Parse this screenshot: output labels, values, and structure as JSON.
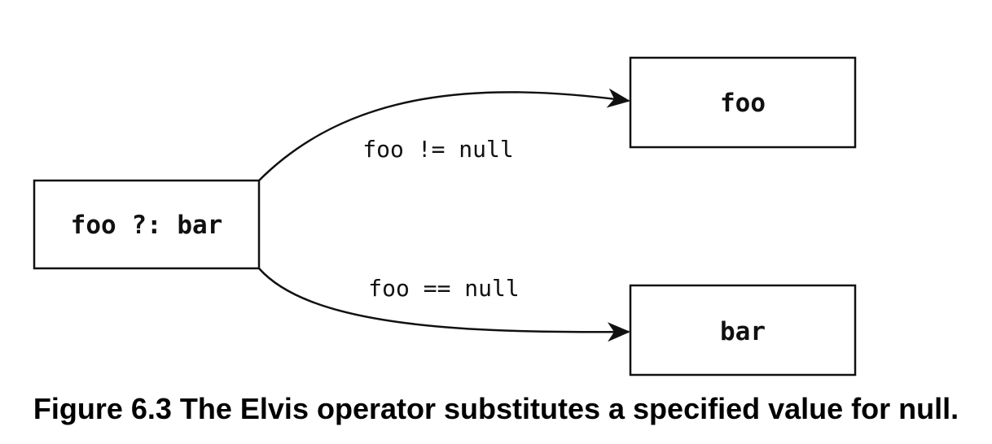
{
  "diagram": {
    "source_node": {
      "label": "foo ?: bar"
    },
    "nodes": [
      {
        "id": "foo",
        "label": "foo"
      },
      {
        "id": "bar",
        "label": "bar"
      }
    ],
    "edges": [
      {
        "from": "source",
        "to": "foo",
        "label": "foo != null"
      },
      {
        "from": "source",
        "to": "bar",
        "label": "foo == null"
      }
    ]
  },
  "caption": "Figure 6.3 The Elvis operator substitutes a specified value for null."
}
